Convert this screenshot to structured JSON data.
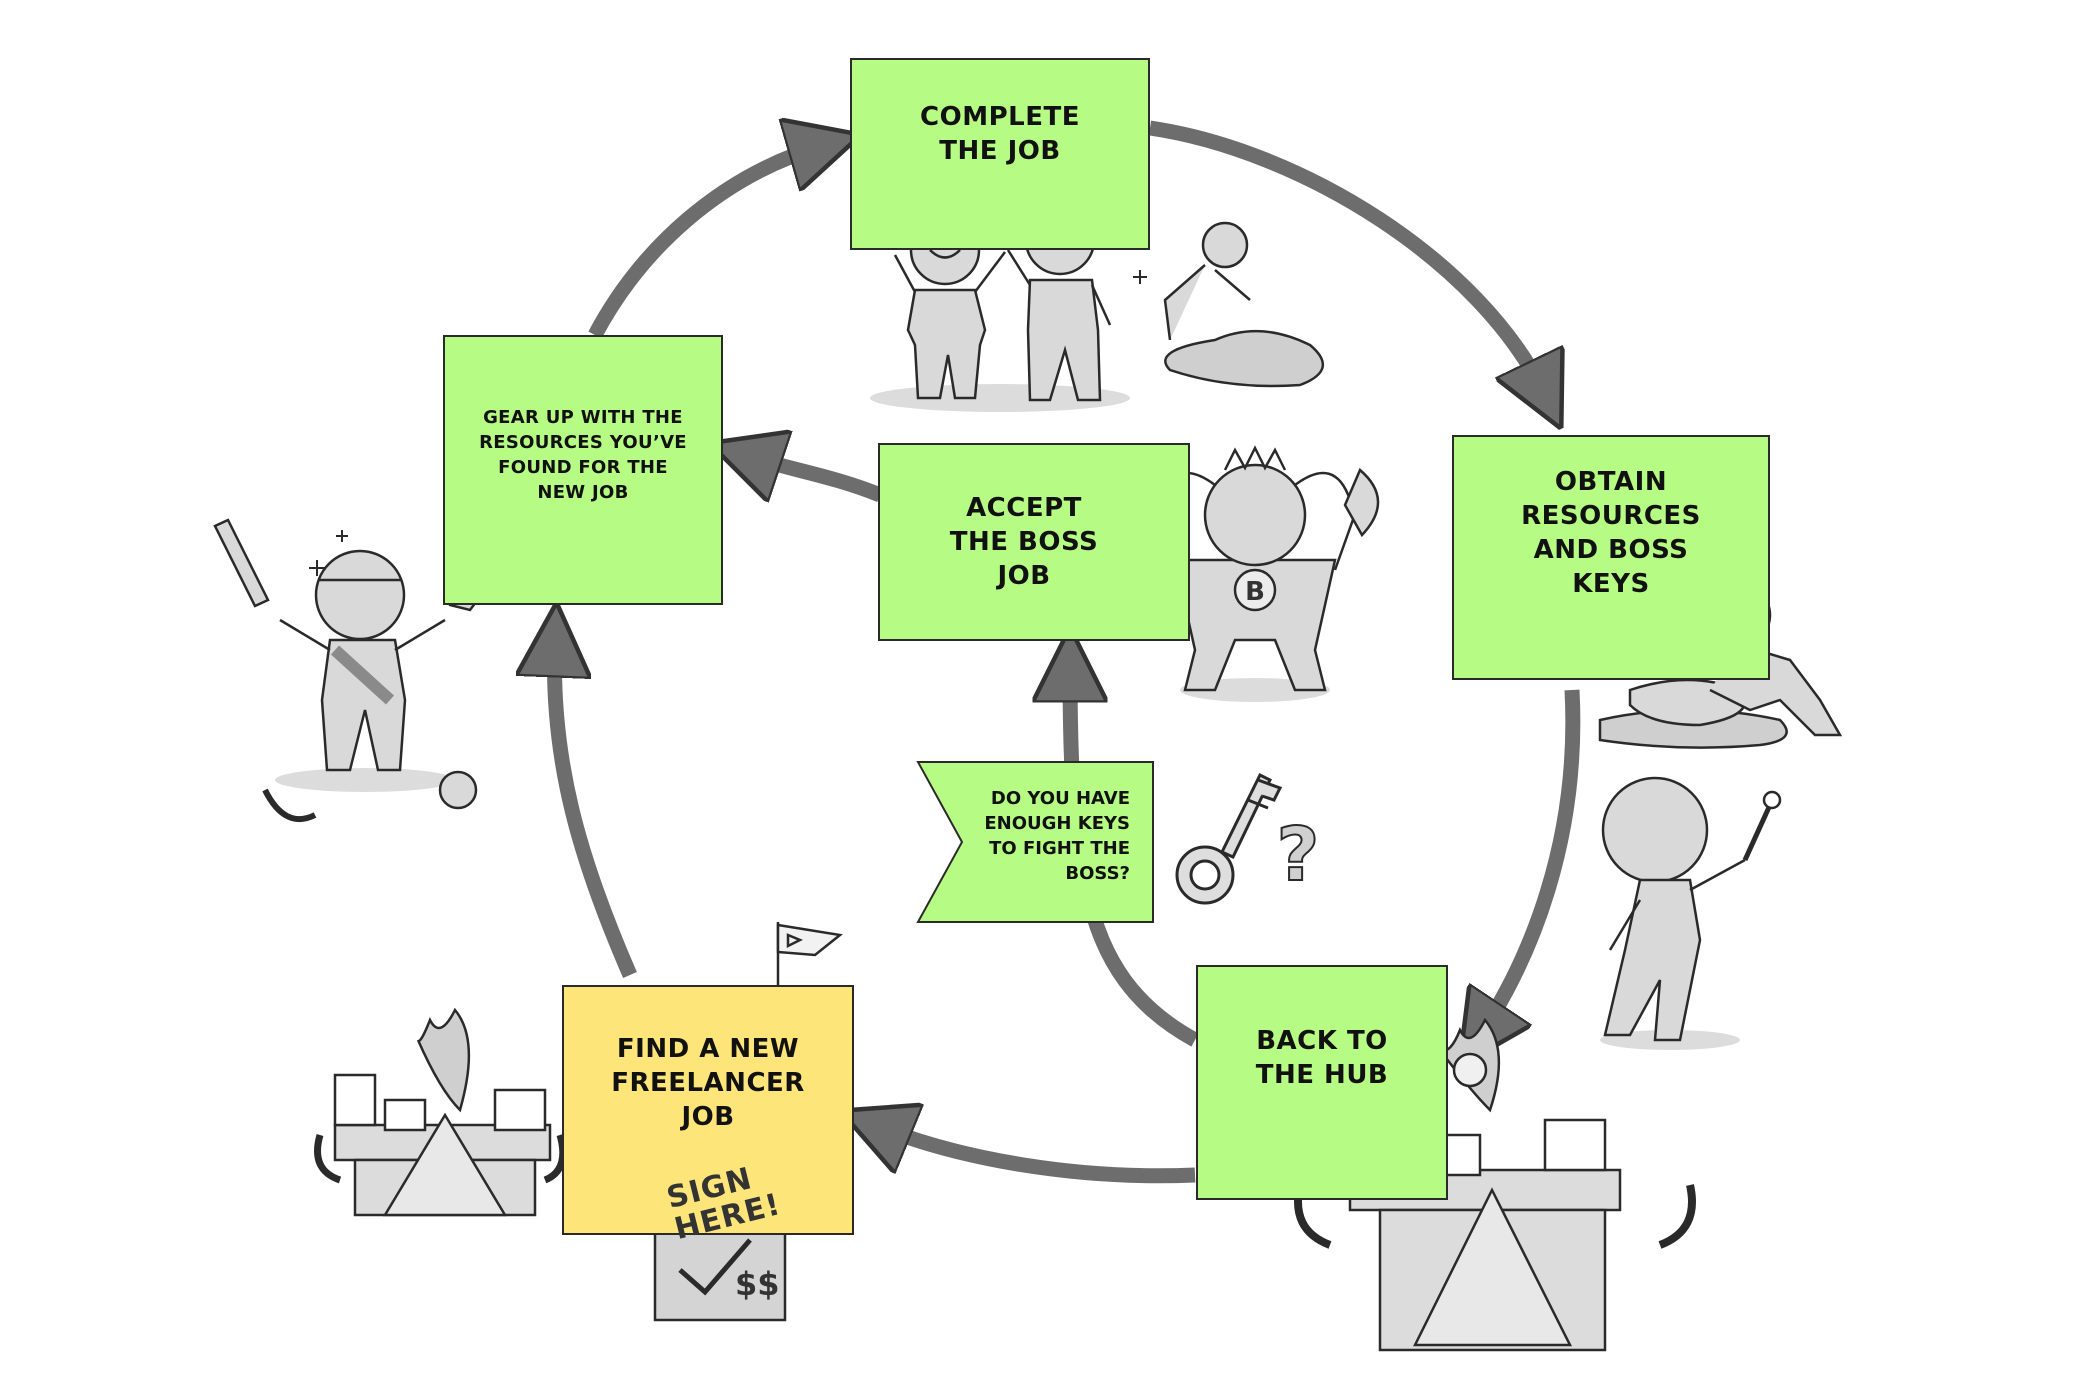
{
  "nodes": {
    "complete_job": "COMPLETE\nTHE JOB",
    "obtain_resources": "OBTAIN\nRESOURCES\nAND BOSS\nKEYS",
    "back_to_hub": "BACK TO\nTHE HUB",
    "find_new_job": "FIND A NEW\nFREELANCER\nJOB",
    "gear_up": "GEAR UP WITH THE\nRESOURCES YOU’VE\nFOUND FOR THE\nNEW JOB",
    "accept_boss": "ACCEPT\nTHE BOSS\nJOB"
  },
  "decision": {
    "question": "DO YOU HAVE\nENOUGH KEYS\nTO FIGHT THE\nBOSS?"
  },
  "sign": {
    "text": "SIGN\nHERE!",
    "money": "$$"
  },
  "boss_badge": "B",
  "question_mark": "?",
  "colors": {
    "note_green": "#b6fb83",
    "note_yellow": "#fde57a",
    "arrow": "#6d6d6d",
    "figure_fill": "#d9d9d9",
    "outline": "#2a2a2a"
  }
}
